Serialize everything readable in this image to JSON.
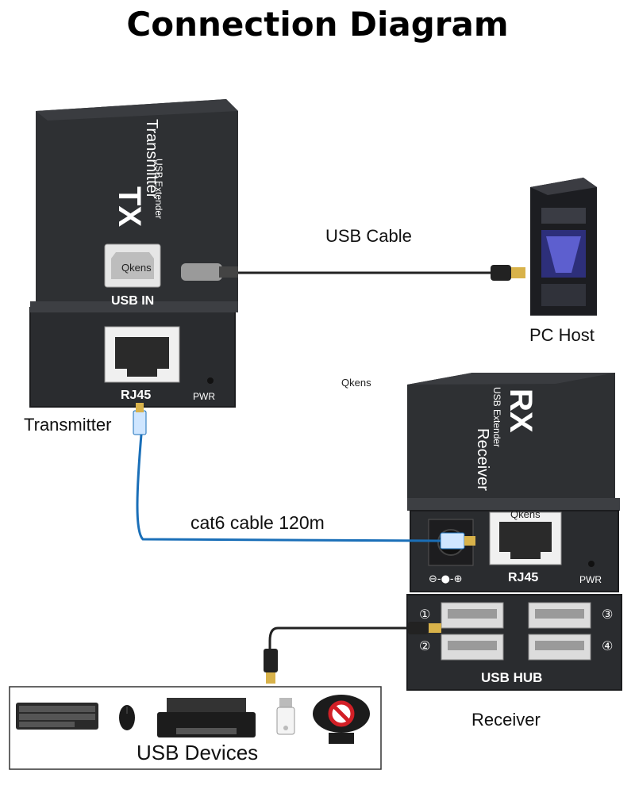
{
  "diagram": {
    "title": "Connection Diagram",
    "watermark_1": "Qkens",
    "watermark_2": "Qkens",
    "watermark_3": "Qkens",
    "usb_cable_label": "USB Cable",
    "pc_host_label": "PC Host",
    "transmitter_label": "Transmitter",
    "cat6_label": "cat6 cable 120m",
    "receiver_label": "Receiver",
    "usb_devices_label": "USB Devices"
  },
  "transmitter": {
    "tx_mark": "TX",
    "side_text_1": "USB Extender",
    "side_text_2": "Transmitter",
    "port_usb_in": "USB IN",
    "port_rj45": "RJ45",
    "pwr": "PWR"
  },
  "receiver": {
    "rx_mark": "RX",
    "side_text_1": "USB Extender",
    "side_text_2": "Receiver",
    "port_rj45": "RJ45",
    "pwr": "PWR",
    "usb_hub": "USB HUB",
    "dc_symbol": "⊖-●-⊕",
    "port_1": "①",
    "port_2": "②",
    "port_3": "③",
    "port_4": "④"
  },
  "colors": {
    "device_body": "#2e3033",
    "device_dark": "#1d1e20",
    "cat6_cable": "#1a6fb8",
    "usb_cable": "#222222"
  },
  "icons": [
    "computer-tower-icon",
    "keyboard-icon",
    "mouse-icon",
    "printer-icon",
    "usb-stick-icon",
    "webcam-icon",
    "usb-plug-icon",
    "rj45-plug-icon"
  ]
}
